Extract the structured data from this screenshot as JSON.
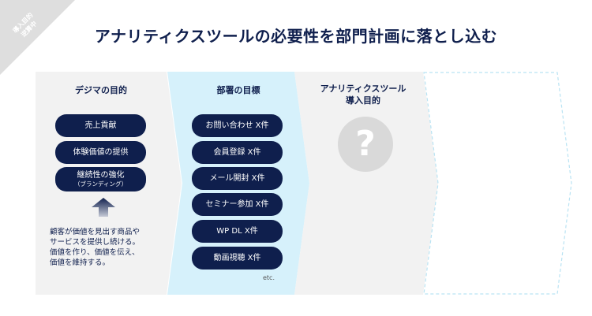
{
  "corner_label": {
    "line1": "導入目的",
    "line2": "逆算中"
  },
  "title": "アナリティクスツールの必要性を部門計画に落とし込む",
  "columns": {
    "digima": {
      "heading": "デジマの目的",
      "items": [
        {
          "label": "売上貢献",
          "sub": ""
        },
        {
          "label": "体験価値の提供",
          "sub": ""
        },
        {
          "label": "継続性の強化",
          "sub": "（ブランディング）"
        }
      ],
      "description": [
        "顧客が価値を見出す商品や",
        "サービスを提供し続ける。",
        "価値を作り、価値を伝え、",
        "価値を維持する。"
      ]
    },
    "department": {
      "heading": "部署の目標",
      "items": [
        "お問い合わせ X件",
        "会員登録 X件",
        "メール開封 X件",
        "セミナー参加 X件",
        "WP DL X件",
        "動画視聴 X件"
      ],
      "etc": "etc."
    },
    "tool": {
      "heading_line1": "アナリティクスツール",
      "heading_line2": "導入目的",
      "placeholder": "?"
    }
  },
  "colors": {
    "navy": "#0f1f4d",
    "light_gray": "#f2f2f2",
    "light_blue": "#d6f1fb",
    "dashed_outline": "#b9e3f3",
    "question_circle": "#d9d9d9"
  },
  "icons": {
    "up_arrow": "up-arrow-icon"
  }
}
